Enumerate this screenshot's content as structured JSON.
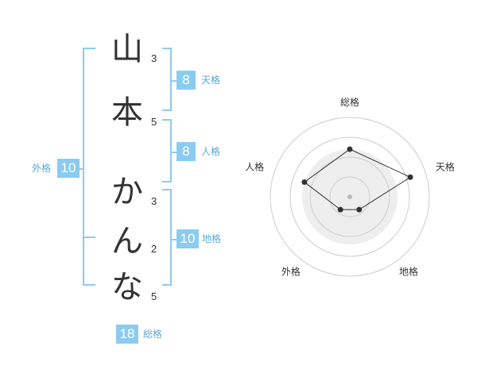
{
  "name": {
    "characters": [
      {
        "char": "山",
        "strokes": "3"
      },
      {
        "char": "本",
        "strokes": "5"
      },
      {
        "char": "か",
        "strokes": "3"
      },
      {
        "char": "ん",
        "strokes": "2"
      },
      {
        "char": "な",
        "strokes": "5"
      }
    ]
  },
  "fortune": {
    "tenkaku": {
      "label": "天格",
      "value": "8"
    },
    "jinkaku": {
      "label": "人格",
      "value": "8"
    },
    "chikaku": {
      "label": "地格",
      "value": "10"
    },
    "gaikaku": {
      "label": "外格",
      "value": "10"
    },
    "soukaku": {
      "label": "総格",
      "value": "18"
    }
  },
  "colors": {
    "accent": "#8ccbf0",
    "accent_text": "#5aa8d8",
    "text": "#333333",
    "ring": "#cccccc",
    "fill": "#eeeeee"
  },
  "chart_data": {
    "type": "radar",
    "axes": [
      "総格",
      "天格",
      "地格",
      "外格",
      "人格"
    ],
    "values": [
      3,
      4,
      1,
      1,
      3
    ],
    "rmax": 5,
    "rings": 4
  }
}
